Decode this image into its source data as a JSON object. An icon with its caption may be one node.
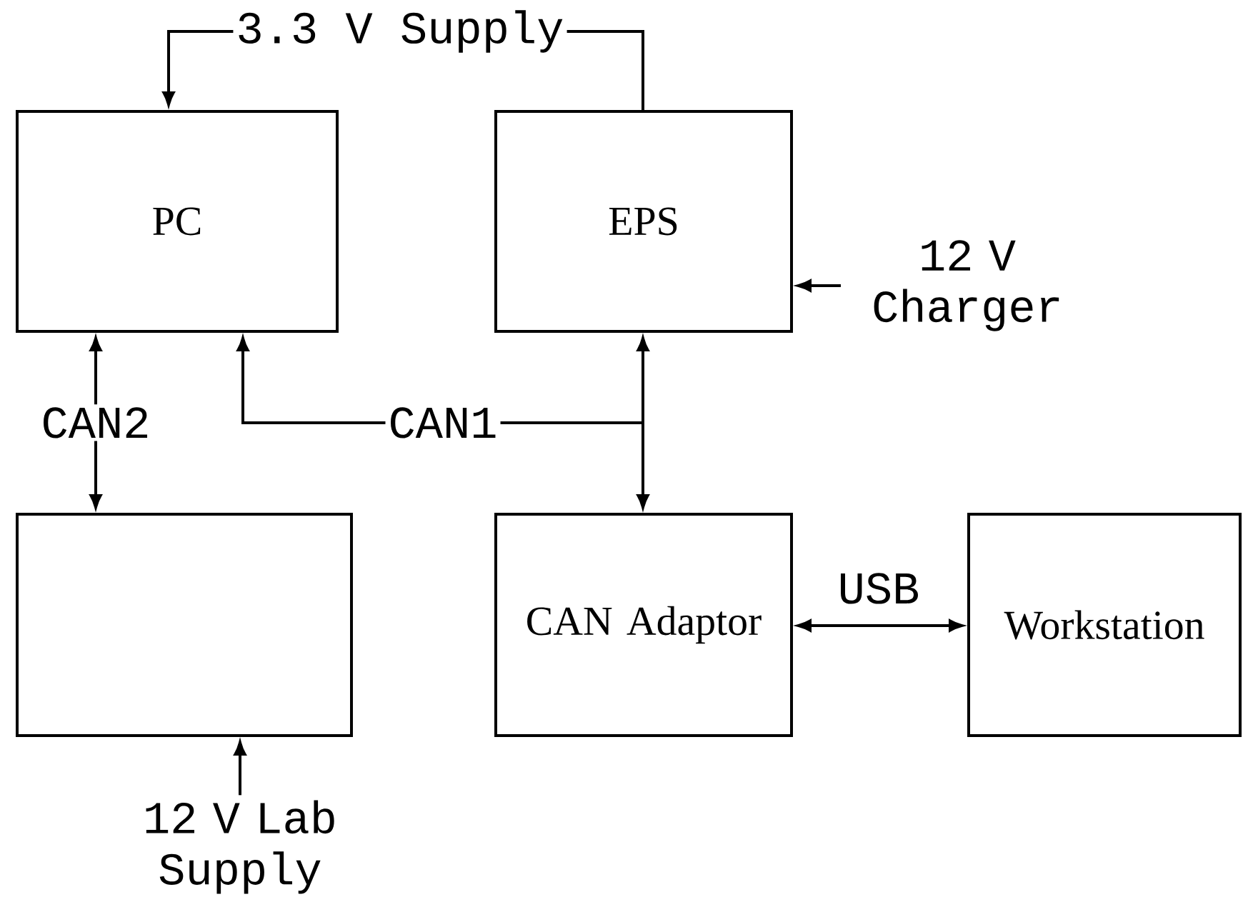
{
  "diagram": {
    "nodes": [
      {
        "text": [
          "PC"
        ]
      },
      {
        "text": [
          "EPS"
        ]
      },
      {
        "text": [],
        "shape": "box"
      },
      {
        "text": [
          "CAN Adaptor"
        ]
      },
      {
        "text": [
          "Workstation"
        ]
      },
      {
        "text": [
          "12 V Charger"
        ]
      },
      {
        "text": [
          "12 V Lab Supply"
        ]
      }
    ],
    "edges": [
      {
        "from": 1,
        "to": 0,
        "arrow": "to",
        "label": "3.3 V Supply"
      },
      {
        "from": 5,
        "to": 1,
        "arrow": "to"
      },
      {
        "from": 0,
        "to": 2,
        "arrow": "both",
        "label": "CAN2"
      },
      {
        "from": null,
        "to": 0,
        "arrow": "to",
        "label": "CAN1"
      },
      {
        "from": null,
        "to": 1,
        "arrow": "to"
      },
      {
        "from": null,
        "to": 3,
        "arrow": "to"
      },
      {
        "from": 3,
        "to": 4,
        "arrow": "both",
        "label": "USB"
      },
      {
        "from": 6,
        "to": 2,
        "arrow": "to"
      }
    ]
  }
}
